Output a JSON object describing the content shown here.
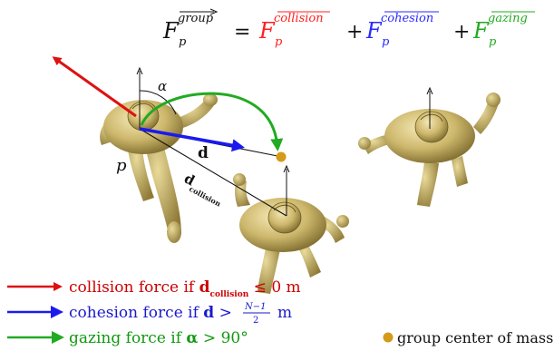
{
  "equation": {
    "lhs": "F",
    "lhs_sub": "p",
    "lhs_sup": "group",
    "equals": "=",
    "plus": "+",
    "terms": [
      {
        "base": "F",
        "sub": "p",
        "sup": "collision",
        "color": "#ff2020"
      },
      {
        "base": "F",
        "sub": "p",
        "sup": "cohesion",
        "color": "#2a2aff"
      },
      {
        "base": "F",
        "sub": "p",
        "sup": "gazing",
        "color": "#22aa22"
      }
    ]
  },
  "labels": {
    "alpha": "α",
    "p": "p",
    "d": "d",
    "d_collision_main": "d",
    "d_collision_sub": "collision"
  },
  "legend": {
    "collision": {
      "prefix": "collision force if ",
      "bold": "d",
      "sub": "collision",
      "rest": " ≤ 0 m",
      "color": "#cc0000",
      "arrow_color": "#dd1111"
    },
    "cohesion": {
      "prefix": "cohesion force if ",
      "bold": "d",
      "rest": " > ",
      "frac_num": "N−1",
      "frac_den": "2",
      "unit": " m",
      "color": "#1a1acc",
      "arrow_color": "#1a1aee"
    },
    "gazing": {
      "prefix": "gazing force if ",
      "bold": "α",
      "rest": " > 90°",
      "color": "#119911",
      "arrow_color": "#22aa22"
    },
    "center": {
      "text": "group center of mass",
      "dot_color": "#d49a1a",
      "color": "#111111"
    }
  },
  "colors": {
    "figure_body": "#d4c07a",
    "figure_shade": "#8a7434",
    "figure_light": "#efe2a8"
  }
}
